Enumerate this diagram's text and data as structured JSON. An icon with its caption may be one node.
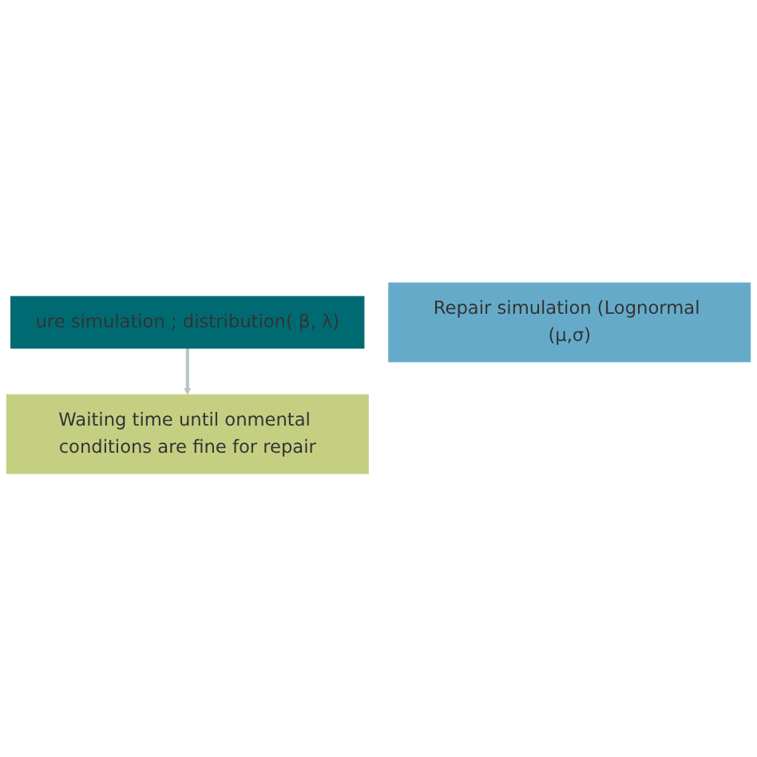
{
  "diagram": {
    "nodes": [
      {
        "text": [
          "ure simulation ; distribution( β, λ)"
        ]
      },
      {
        "text": [
          "Waiting time until onmental conditions are fine for repair"
        ]
      },
      {
        "text": [
          "Repair simulation (Lognormal (μ,σ)"
        ]
      }
    ],
    "edges": [
      {
        "from": 0,
        "to": 1,
        "arrow": "to"
      }
    ]
  }
}
